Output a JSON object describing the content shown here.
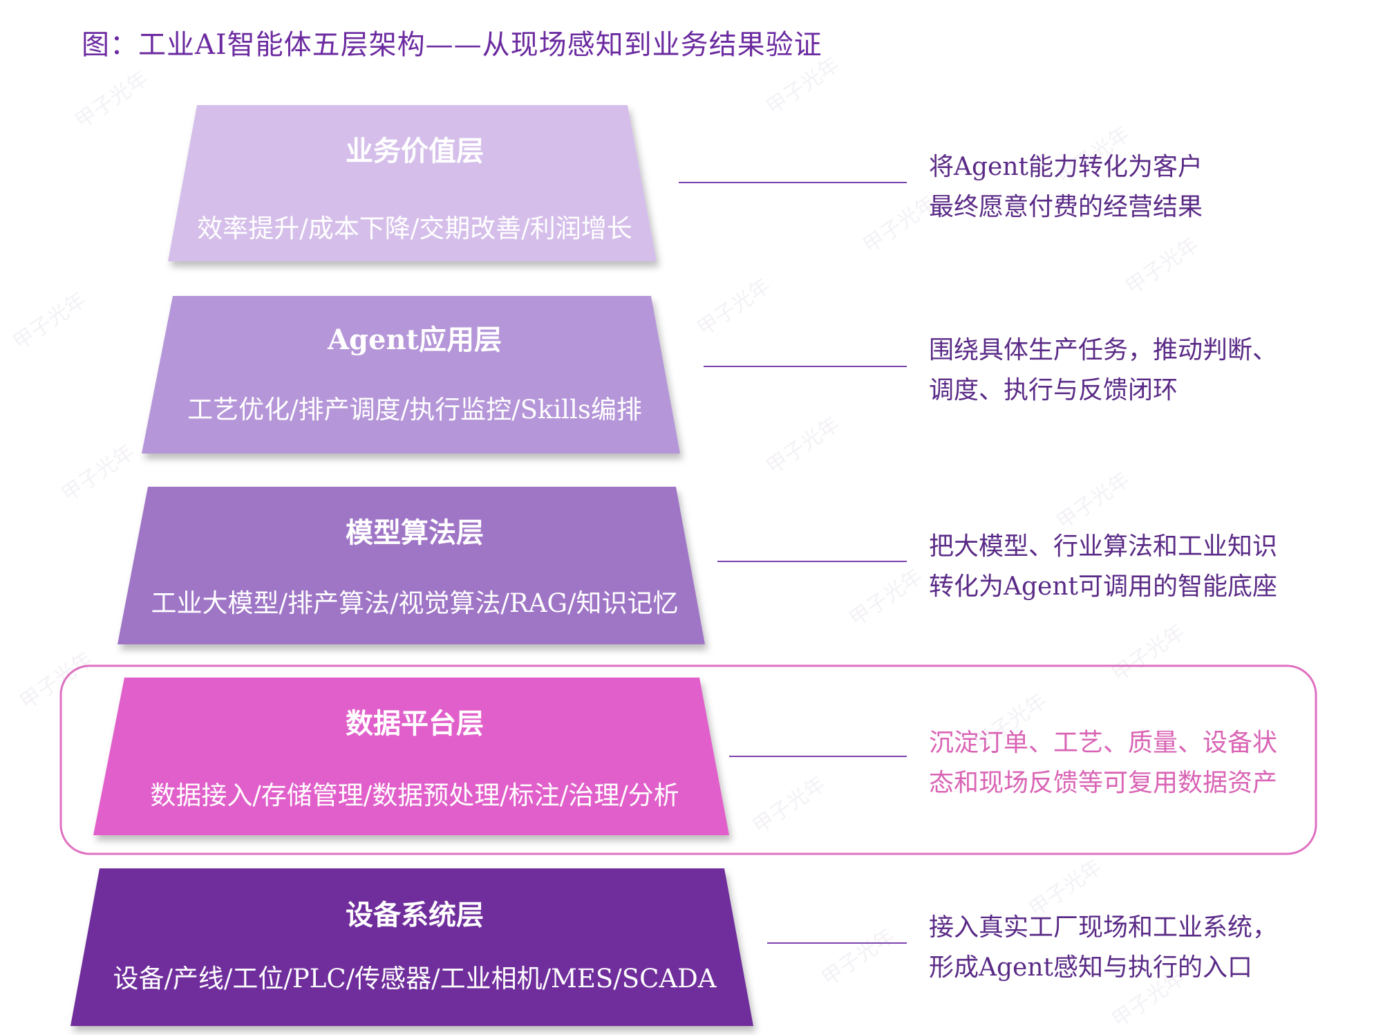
{
  "caption": "图：工业AI智能体五层架构——从现场感知到业务结果验证",
  "watermark": "甲子光年",
  "colors": {
    "connector": "#7a3fb0",
    "highlight_frame": "#df6fc0"
  },
  "layers": [
    {
      "title": "业务价值层",
      "subtitle": "效率提升/成本下降/交期改善/利润增长",
      "desc_line1": "将Agent能力转化为客户",
      "desc_line2": "最终愿意付费的经营结果",
      "color": "#d5bfea"
    },
    {
      "title": "Agent应用层",
      "subtitle": "工艺优化/排产调度/执行监控/Skills编排",
      "desc_line1": "围绕具体生产任务，推动判断、",
      "desc_line2": "调度、执行与反馈闭环",
      "color": "#b596d8"
    },
    {
      "title": "模型算法层",
      "subtitle": "工业大模型/排产算法/视觉算法/RAG/知识记忆",
      "desc_line1": "把大模型、行业算法和工业知识",
      "desc_line2": "转化为Agent可调用的智能底座",
      "color": "#9f74c6"
    },
    {
      "title": "数据平台层",
      "subtitle": "数据接入/存储管理/数据预处理/标注/治理/分析",
      "desc_line1": "沉淀订单、工艺、质量、设备状",
      "desc_line2": "态和现场反馈等可复用数据资产",
      "color": "#e15fca",
      "highlighted": true
    },
    {
      "title": "设备系统层",
      "subtitle": "设备/产线/工位/PLC/传感器/工业相机/MES/SCADA",
      "desc_line1": "接入真实工厂现场和工业系统，",
      "desc_line2": "形成Agent感知与执行的入口",
      "color": "#6f2f9c"
    }
  ]
}
